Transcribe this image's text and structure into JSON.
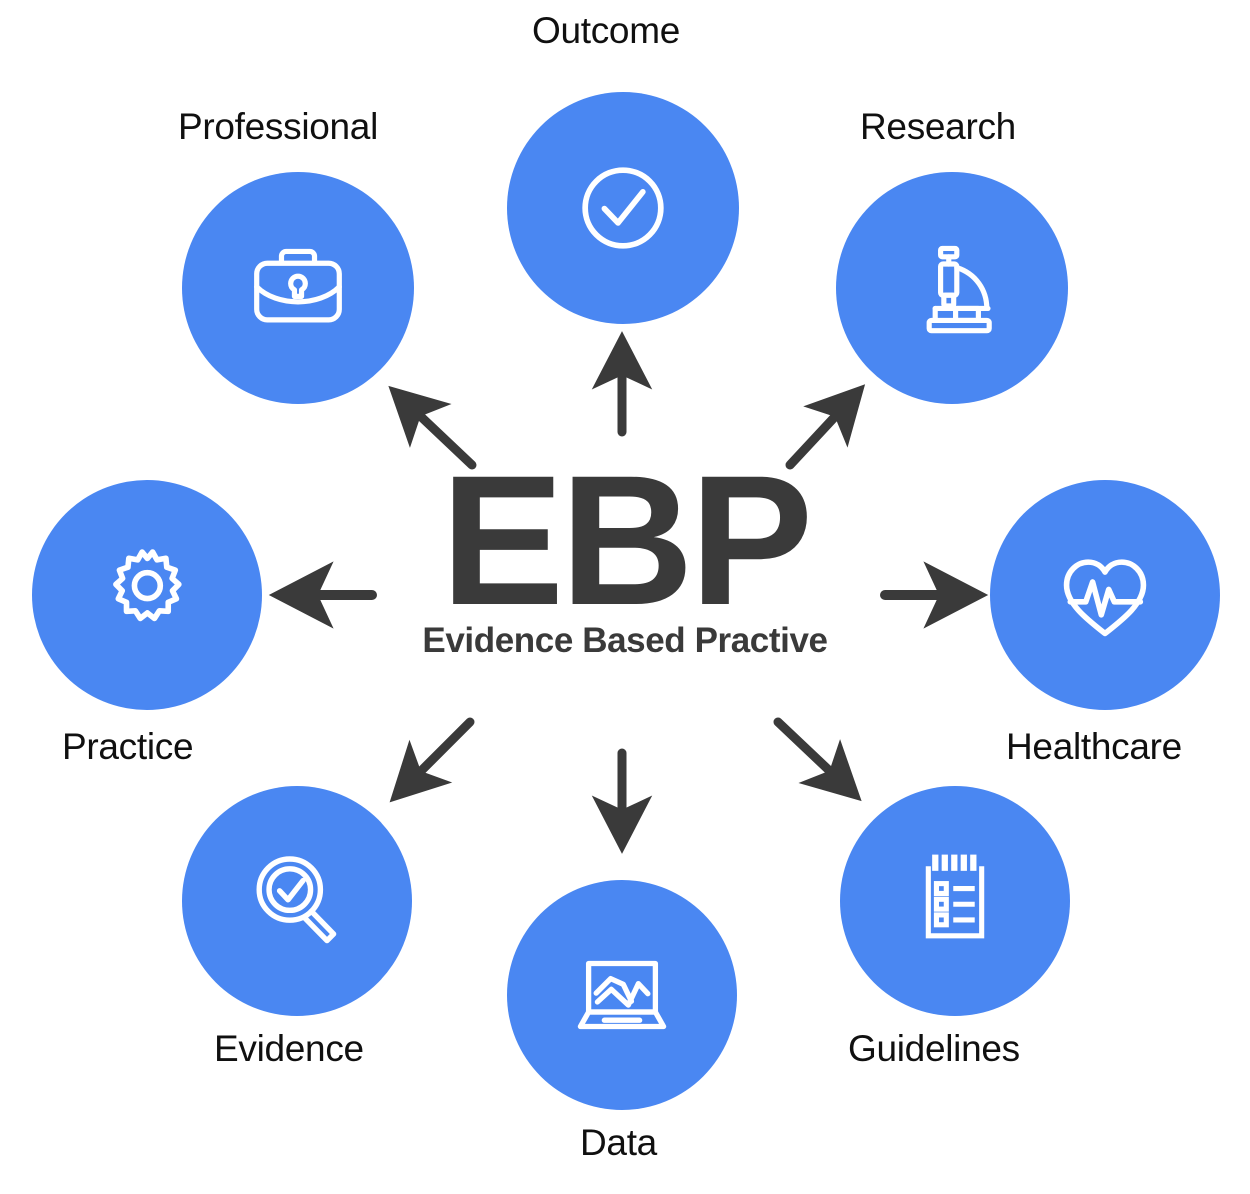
{
  "diagram": {
    "title": "EBP",
    "subtitle": "Evidence Based Practive",
    "accent_color": "#4a87f2",
    "text_color": "#101010",
    "arrow_color": "#3a3a3a",
    "center_color": "#3a3a3a",
    "background": "#ffffff",
    "type": "radial-hub-and-spoke"
  },
  "nodes": [
    {
      "id": "professional",
      "label": "Professional",
      "icon": "briefcase-lock-icon",
      "position": "top-left"
    },
    {
      "id": "outcome",
      "label": "Outcome",
      "icon": "check-circle-icon",
      "position": "top-center"
    },
    {
      "id": "research",
      "label": "Research",
      "icon": "microscope-icon",
      "position": "top-right"
    },
    {
      "id": "practice",
      "label": "Practice",
      "icon": "gear-icon",
      "position": "mid-left"
    },
    {
      "id": "healthcare",
      "label": "Healthcare",
      "icon": "heart-pulse-icon",
      "position": "mid-right"
    },
    {
      "id": "evidence",
      "label": "Evidence",
      "icon": "magnifier-check-icon",
      "position": "bottom-left"
    },
    {
      "id": "data",
      "label": "Data",
      "icon": "laptop-chart-icon",
      "position": "bottom-center"
    },
    {
      "id": "guidelines",
      "label": "Guidelines",
      "icon": "checklist-notepad-icon",
      "position": "bottom-right"
    }
  ],
  "connections": [
    {
      "from": "EBP",
      "to": "professional",
      "direction": "up-left"
    },
    {
      "from": "EBP",
      "to": "outcome",
      "direction": "up"
    },
    {
      "from": "EBP",
      "to": "research",
      "direction": "up-right"
    },
    {
      "from": "EBP",
      "to": "practice",
      "direction": "left"
    },
    {
      "from": "EBP",
      "to": "healthcare",
      "direction": "right"
    },
    {
      "from": "EBP",
      "to": "evidence",
      "direction": "down-left"
    },
    {
      "from": "EBP",
      "to": "data",
      "direction": "down"
    },
    {
      "from": "EBP",
      "to": "guidelines",
      "direction": "down-right"
    }
  ]
}
